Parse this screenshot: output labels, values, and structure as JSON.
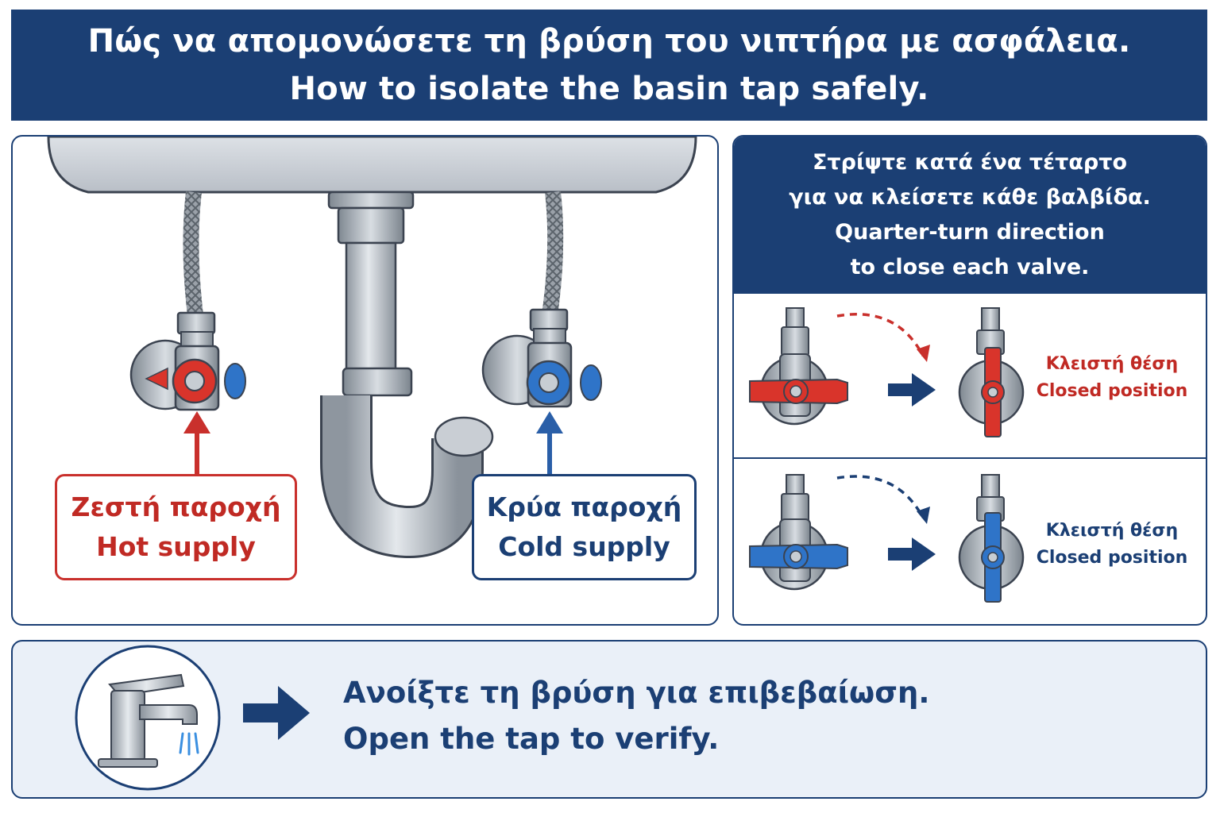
{
  "header": {
    "title_el": "Πώς να απομονώσετε τη βρύση του νιπτήρα με ασφάλεια.",
    "title_en": "How to isolate the basin tap safely."
  },
  "supply": {
    "hot": {
      "el": "Ζεστή παροχή",
      "en": "Hot supply"
    },
    "cold": {
      "el": "Κρύα παροχή",
      "en": "Cold supply"
    }
  },
  "turn_panel": {
    "heading_el_1": "Στρίψτε κατά ένα τέταρτο",
    "heading_el_2": "για να κλείσετε κάθε βαλβίδα.",
    "heading_en_1": "Quarter-turn direction",
    "heading_en_2": "to close each valve.",
    "closed_el": "Κλειστή θέση",
    "closed_en": "Closed position"
  },
  "verify": {
    "el": "Ανοίξτε τη βρύση για επιβεβαίωση.",
    "en": "Open the tap to verify."
  },
  "colors": {
    "navy": "#1b3f74",
    "hot_red": "#d9342b",
    "cold_blue": "#2f74c8",
    "panel_bg": "#eaf0f8"
  }
}
